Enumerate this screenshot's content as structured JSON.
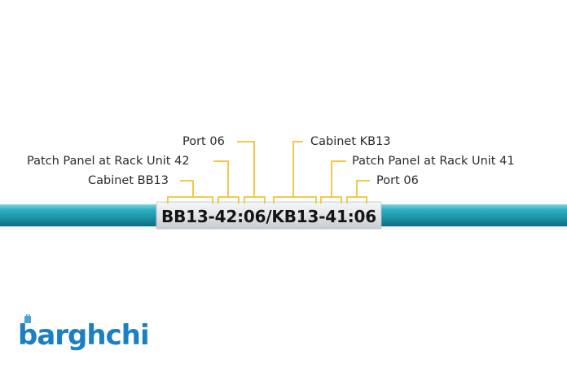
{
  "diagram": {
    "cable_label": "BB13-42:06/KB13-41:06",
    "callouts": {
      "port_left": "Port 06",
      "patch_panel_left": "Patch Panel at Rack Unit 42",
      "cabinet_left": "Cabinet BB13",
      "cabinet_right": "Cabinet KB13",
      "patch_panel_right": "Patch Panel at Rack Unit 41",
      "port_right": "Port 06"
    }
  },
  "brand": {
    "logo_text": "barghchi",
    "logo_color": "#1c7fc4"
  },
  "colors": {
    "cable": "#1f9fb0",
    "leader_line": "#f2c94c",
    "label_sleeve": "#e3e5e6"
  }
}
